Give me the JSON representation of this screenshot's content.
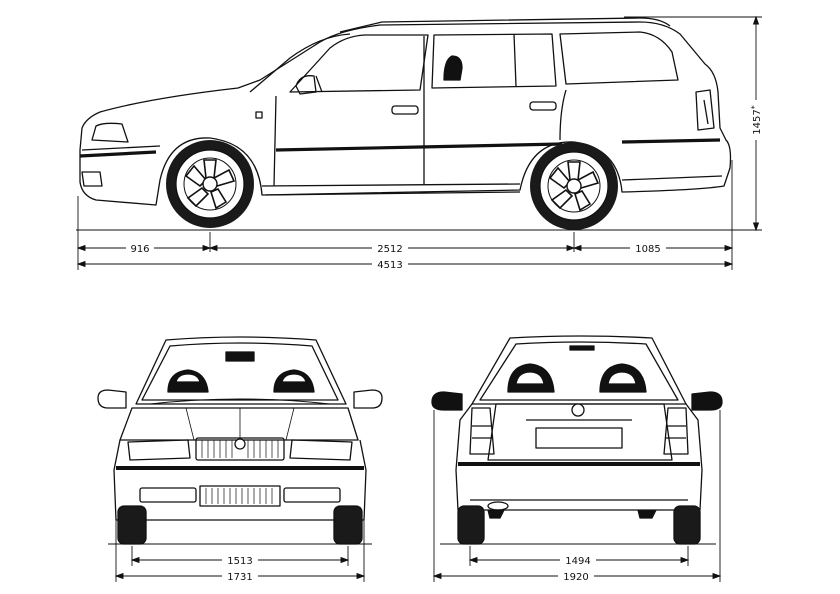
{
  "dimensions": {
    "front_overhang": "916",
    "wheelbase": "2512",
    "rear_overhang": "1085",
    "overall_length": "4513",
    "height": "1457",
    "height_suffix": "*",
    "front_track": "1513",
    "body_width": "1731",
    "rear_track": "1494",
    "mirror_width": "1920"
  },
  "colors": {
    "line": "#111111",
    "tire": "#1a1a1a",
    "paper": "#ffffff"
  }
}
